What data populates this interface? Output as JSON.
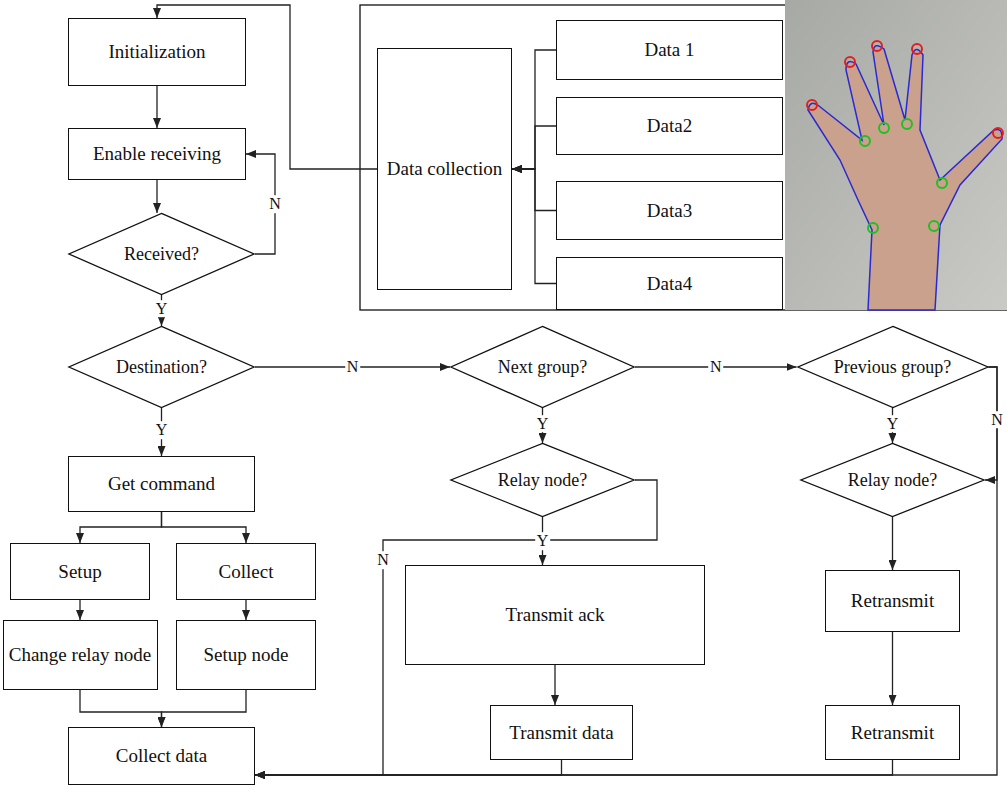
{
  "diagram": {
    "nodes": [
      {
        "text": [
          "Initialization"
        ]
      },
      {
        "text": [
          "Data collection"
        ]
      },
      {
        "text": [
          "Data 1"
        ]
      },
      {
        "text": [
          "Data2"
        ]
      },
      {
        "text": [
          "Data3"
        ]
      },
      {
        "text": [
          "Data4"
        ]
      },
      {
        "text": [
          "Enable receiving"
        ]
      },
      {
        "text": [
          "Received?"
        ]
      },
      {
        "text": [
          "Destination?"
        ]
      },
      {
        "text": [
          "Next group?"
        ]
      },
      {
        "text": [
          "Previous group?"
        ]
      },
      {
        "text": [
          "Get command"
        ]
      },
      {
        "text": [
          "Relay node?"
        ]
      },
      {
        "text": [
          "Relay node?"
        ]
      },
      {
        "text": [
          "Setup"
        ]
      },
      {
        "text": [
          "Collect"
        ]
      },
      {
        "text": [
          "Transmit ack"
        ]
      },
      {
        "text": [
          "Retransmit"
        ]
      },
      {
        "text": [
          "Change relay node"
        ]
      },
      {
        "text": [
          "Setup node"
        ]
      },
      {
        "text": [
          "Transmit data"
        ]
      },
      {
        "text": [
          "Retransmit"
        ]
      },
      {
        "text": [
          "Collect data"
        ]
      }
    ],
    "edges": [
      {
        "from": 0,
        "to": 6,
        "arrow": "to"
      },
      {
        "from": 6,
        "to": 7,
        "arrow": "to"
      },
      {
        "from": 7,
        "to": 6,
        "label": "N",
        "arrow": "to"
      },
      {
        "from": 7,
        "to": 8,
        "label": "Y",
        "arrow": "to"
      },
      {
        "from": 8,
        "to": 11,
        "label": "Y",
        "arrow": "to"
      },
      {
        "from": 8,
        "to": 9,
        "label": "N",
        "arrow": "to"
      },
      {
        "from": 9,
        "to": 10,
        "label": "N",
        "arrow": "to"
      },
      {
        "from": 9,
        "to": 12,
        "label": "Y",
        "arrow": "to"
      },
      {
        "from": 10,
        "to": 13,
        "label": "Y",
        "arrow": "to"
      },
      {
        "from": 10,
        "to": 13,
        "label": "N",
        "arrow": "to"
      },
      {
        "from": 10,
        "to": 22,
        "arrow": "to"
      },
      {
        "from": 12,
        "to": 16,
        "label": "Y",
        "arrow": "to"
      },
      {
        "from": 12,
        "to": 22,
        "label": "N",
        "arrow": "to"
      },
      {
        "from": 16,
        "to": 20,
        "arrow": "to"
      },
      {
        "from": 20,
        "to": 22,
        "arrow": "to"
      },
      {
        "from": 13,
        "to": 17,
        "arrow": "to"
      },
      {
        "from": 17,
        "to": 21,
        "arrow": "to"
      },
      {
        "from": 21,
        "to": 22,
        "arrow": "to"
      },
      {
        "from": 11,
        "to": 14,
        "arrow": "to"
      },
      {
        "from": 11,
        "to": 15,
        "arrow": "to"
      },
      {
        "from": 14,
        "to": 18,
        "arrow": "to"
      },
      {
        "from": 15,
        "to": 19,
        "arrow": "to"
      },
      {
        "from": 18,
        "to": 22,
        "arrow": "to"
      },
      {
        "from": 19,
        "to": 22,
        "arrow": "to"
      },
      {
        "from": 1,
        "to": 0,
        "arrow": "to"
      },
      {
        "from": 2,
        "to": 1,
        "arrow": "to"
      },
      {
        "from": 3,
        "to": 1,
        "arrow": "to"
      },
      {
        "from": 4,
        "to": 1,
        "arrow": "to"
      },
      {
        "from": 5,
        "to": 1,
        "arrow": "to"
      }
    ]
  }
}
